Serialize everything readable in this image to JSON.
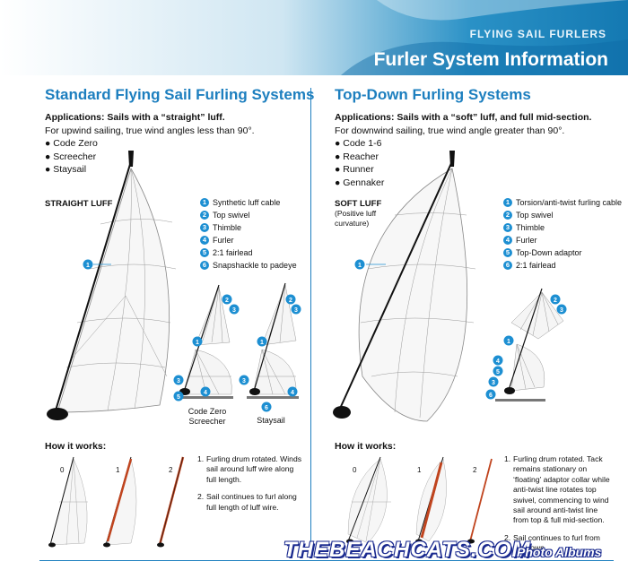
{
  "header": {
    "category": "FLYING SAIL FURLERS",
    "title": "Furler System Information"
  },
  "left": {
    "title": "Standard Flying Sail Furling Systems",
    "apps_bold": "Applications: Sails with a “straight” luff.",
    "apps_text": "For upwind sailing, true wind angles less than 90°.",
    "bullets": [
      "● Code Zero",
      "● Screecher",
      "● Staysail"
    ],
    "luff_label": "STRAIGHT LUFF",
    "legend": [
      {
        "n": "1",
        "label": "Synthetic luff cable"
      },
      {
        "n": "2",
        "label": "Top swivel"
      },
      {
        "n": "3",
        "label": "Thimble"
      },
      {
        "n": "4",
        "label": "Furler"
      },
      {
        "n": "5",
        "label": "2:1 fairlead"
      },
      {
        "n": "6",
        "label": "Snapshackle to padeye"
      }
    ],
    "caption_a": "Code Zero",
    "caption_b": "Screecher",
    "caption_c": "Staysail",
    "how_title": "How it works:",
    "step_nums": [
      "0",
      "1",
      "2"
    ],
    "steps": [
      {
        "n": "1.",
        "text": "Furling drum rotated. Winds sail around luff wire along full length."
      },
      {
        "n": "2.",
        "text": "Sail continues to furl along full length of luff wire."
      }
    ]
  },
  "right": {
    "title": "Top-Down Furling Systems",
    "apps_bold": "Applications: Sails with a “soft” luff, and full mid-section.",
    "apps_text": "For downwind sailing, true wind angle greater than 90°.",
    "bullets": [
      "● Code 1-6",
      "● Reacher",
      "● Runner",
      "● Gennaker"
    ],
    "luff_label": "SOFT LUFF",
    "luff_sub": "(Positive luff curvature)",
    "legend": [
      {
        "n": "1",
        "label": "Torsion/anti-twist furling cable"
      },
      {
        "n": "2",
        "label": "Top swivel"
      },
      {
        "n": "3",
        "label": "Thimble"
      },
      {
        "n": "4",
        "label": "Furler"
      },
      {
        "n": "5",
        "label": "Top-Down adaptor"
      },
      {
        "n": "6",
        "label": "2:1 fairlead"
      }
    ],
    "how_title": "How it works:",
    "step_nums": [
      "0",
      "1",
      "2"
    ],
    "steps": [
      {
        "n": "1.",
        "text": "Furling drum rotated. Tack remains stationary on ‘floating’ adaptor collar while anti-twist line rotates top swivel, commencing to wind sail around anti-twist line from top & full mid-section."
      },
      {
        "n": "2.",
        "text": "Sail continues to furl from top down."
      }
    ]
  },
  "watermark": {
    "site": "THEBEACHCATS.COM",
    "albums": "Photo Albums"
  },
  "colors": {
    "accent": "#1d7fbf",
    "badge": "#1d8fd2",
    "furled": "#c0441e"
  }
}
